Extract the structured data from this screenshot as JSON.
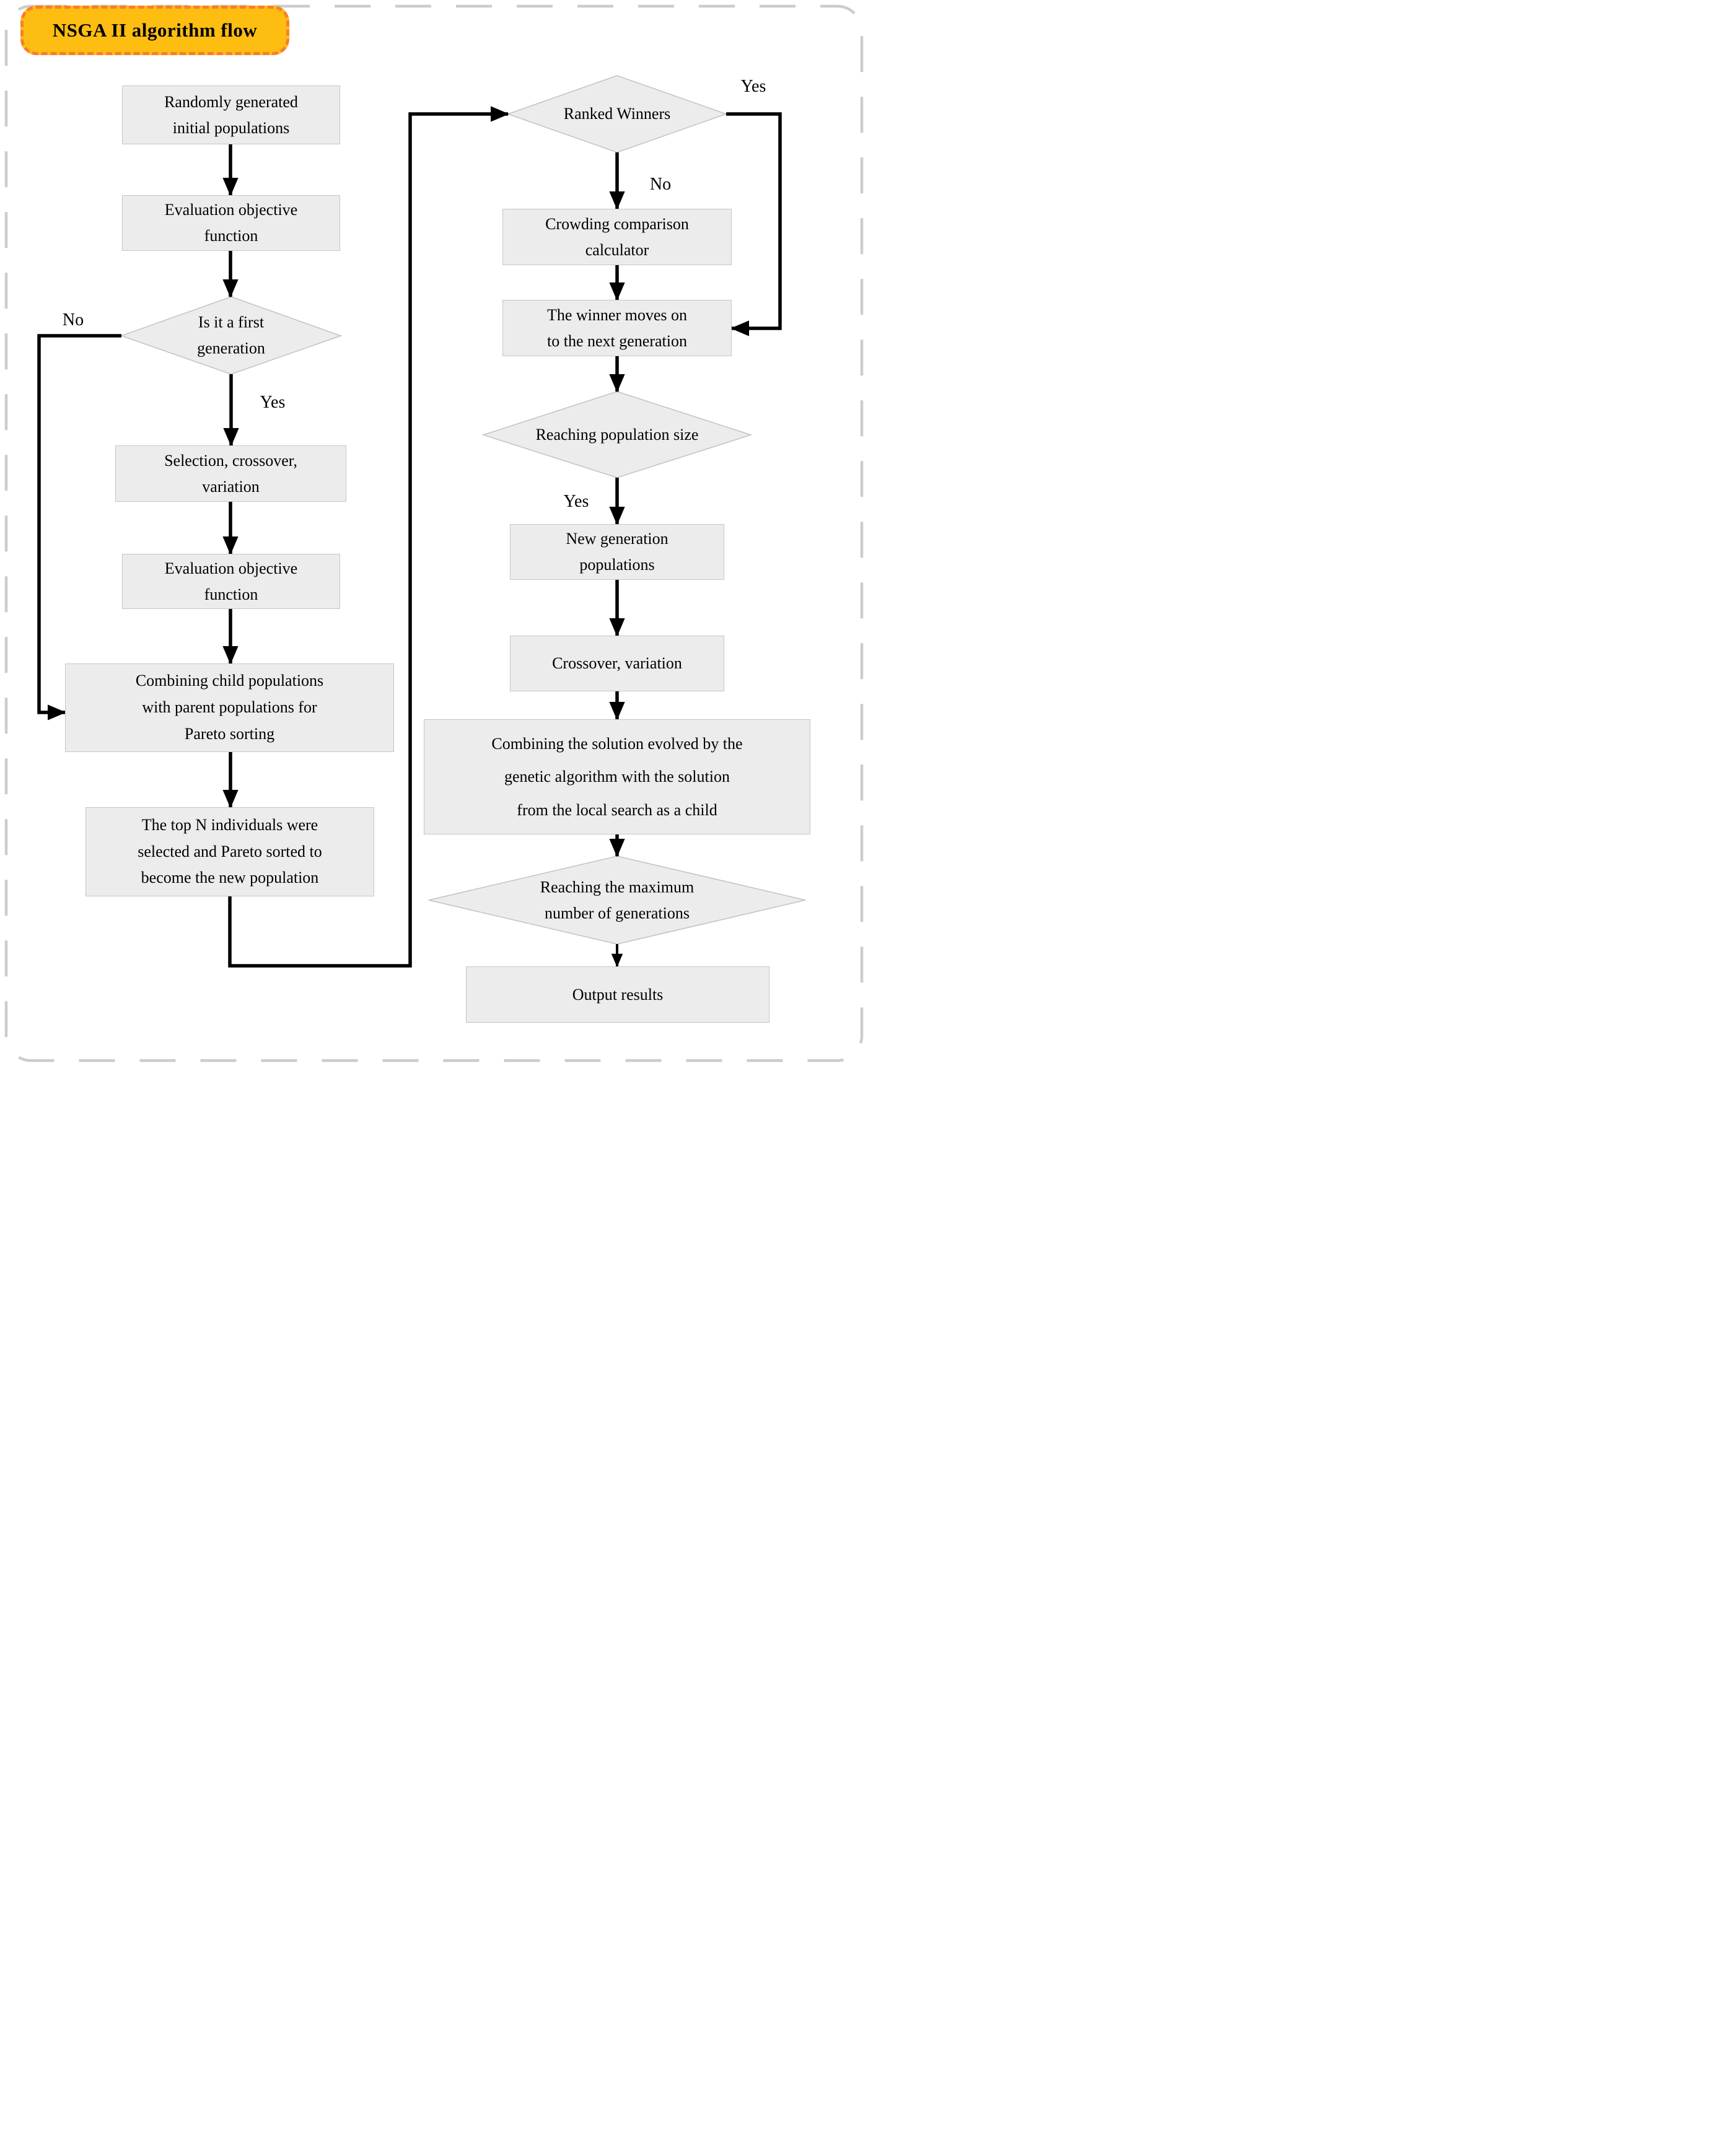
{
  "figure": {
    "title": "NSGA II algorithm flow"
  },
  "nodes": {
    "random_init": {
      "label": "Randomly generated\ninitial populations",
      "type": "process"
    },
    "eval_obj_1": {
      "label": "Evaluation objective\nfunction",
      "type": "process"
    },
    "first_gen": {
      "label": "Is it a first\ngeneration",
      "type": "decision"
    },
    "selection": {
      "label": "Selection, crossover,\nvariation",
      "type": "process"
    },
    "eval_obj_2": {
      "label": "Evaluation objective\nfunction",
      "type": "process"
    },
    "combine_pareto": {
      "label": "Combining child populations\nwith parent populations for\nPareto sorting",
      "type": "process"
    },
    "top_n": {
      "label": "The top N individuals were\nselected and Pareto sorted to\nbecome the new population",
      "type": "process"
    },
    "ranked_winners": {
      "label": "Ranked Winners",
      "type": "decision"
    },
    "crowding": {
      "label": "Crowding comparison\ncalculator",
      "type": "process"
    },
    "winner_next": {
      "label": "The winner moves on\nto the next generation",
      "type": "process"
    },
    "reach_pop_size": {
      "label": "Reaching population size",
      "type": "decision"
    },
    "new_generation": {
      "label": "New generation\npopulations",
      "type": "process"
    },
    "crossover_var": {
      "label": "Crossover, variation",
      "type": "process"
    },
    "combine_solution": {
      "label": "Combining the solution evolved by the\ngenetic algorithm with the solution\nfrom the local search as a child",
      "type": "process"
    },
    "reach_max_gen": {
      "label": "Reaching the maximum\nnumber of generations",
      "type": "decision"
    },
    "output_results": {
      "label": "Output results",
      "type": "process"
    }
  },
  "edge_labels": {
    "first_gen_no": "No",
    "first_gen_yes": "Yes",
    "ranked_yes": "Yes",
    "ranked_no": "No",
    "pop_size_yes": "Yes"
  },
  "colors": {
    "node_fill": "#ececec",
    "node_border": "#c6c6c6",
    "line": "#000000",
    "title_fill": "#febd11",
    "title_border": "#f87e2f",
    "outer_border": "#c9cdcc",
    "background": "#ffffff"
  }
}
